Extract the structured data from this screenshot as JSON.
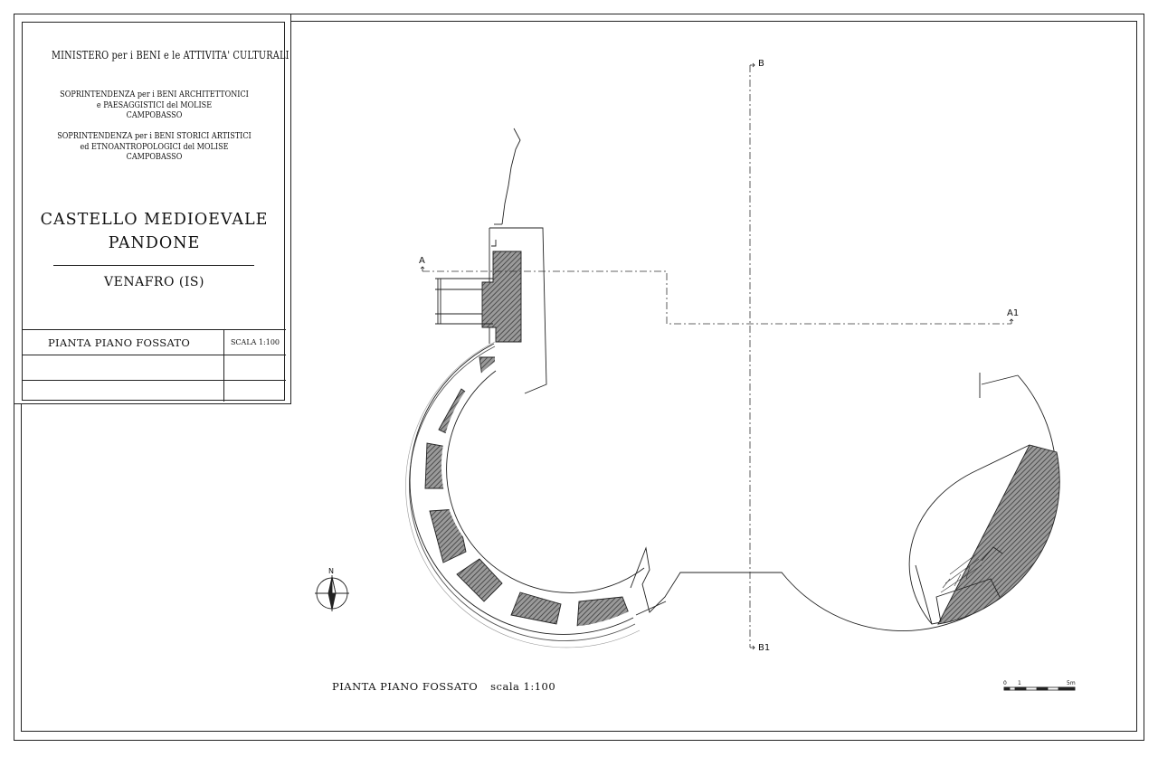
{
  "title_block": {
    "ministry": "MINISTERO per i BENI e le ATTIVITA' CULTURALI",
    "soprintendenza_1": [
      "SOPRINTENDENZA per i BENI ARCHITETTONICI",
      "e PAESAGGISTICI del MOLISE",
      "CAMPOBASSO"
    ],
    "soprintendenza_2": [
      "SOPRINTENDENZA per i BENI STORICI ARTISTICI",
      "ed ETNOANTROPOLOGICI del MOLISE",
      "CAMPOBASSO"
    ],
    "castle_name": [
      "CASTELLO MEDIOEVALE",
      "PANDONE"
    ],
    "location": "VENAFRO (IS)",
    "sheet_title": "PIANTA PIANO FOSSATO",
    "sheet_scale": "SCALA 1:100"
  },
  "drawing": {
    "caption_title": "PIANTA PIANO FOSSATO",
    "caption_scale": "scala 1:100",
    "section_marks": {
      "a": "A",
      "a1": "A1",
      "b": "B",
      "b1": "B1"
    },
    "north_label": "N",
    "scale_bar": {
      "labels": [
        "0",
        "1",
        "5m"
      ]
    }
  },
  "colors": {
    "line": "#222222",
    "hatch": "#555555",
    "background": "#ffffff"
  }
}
